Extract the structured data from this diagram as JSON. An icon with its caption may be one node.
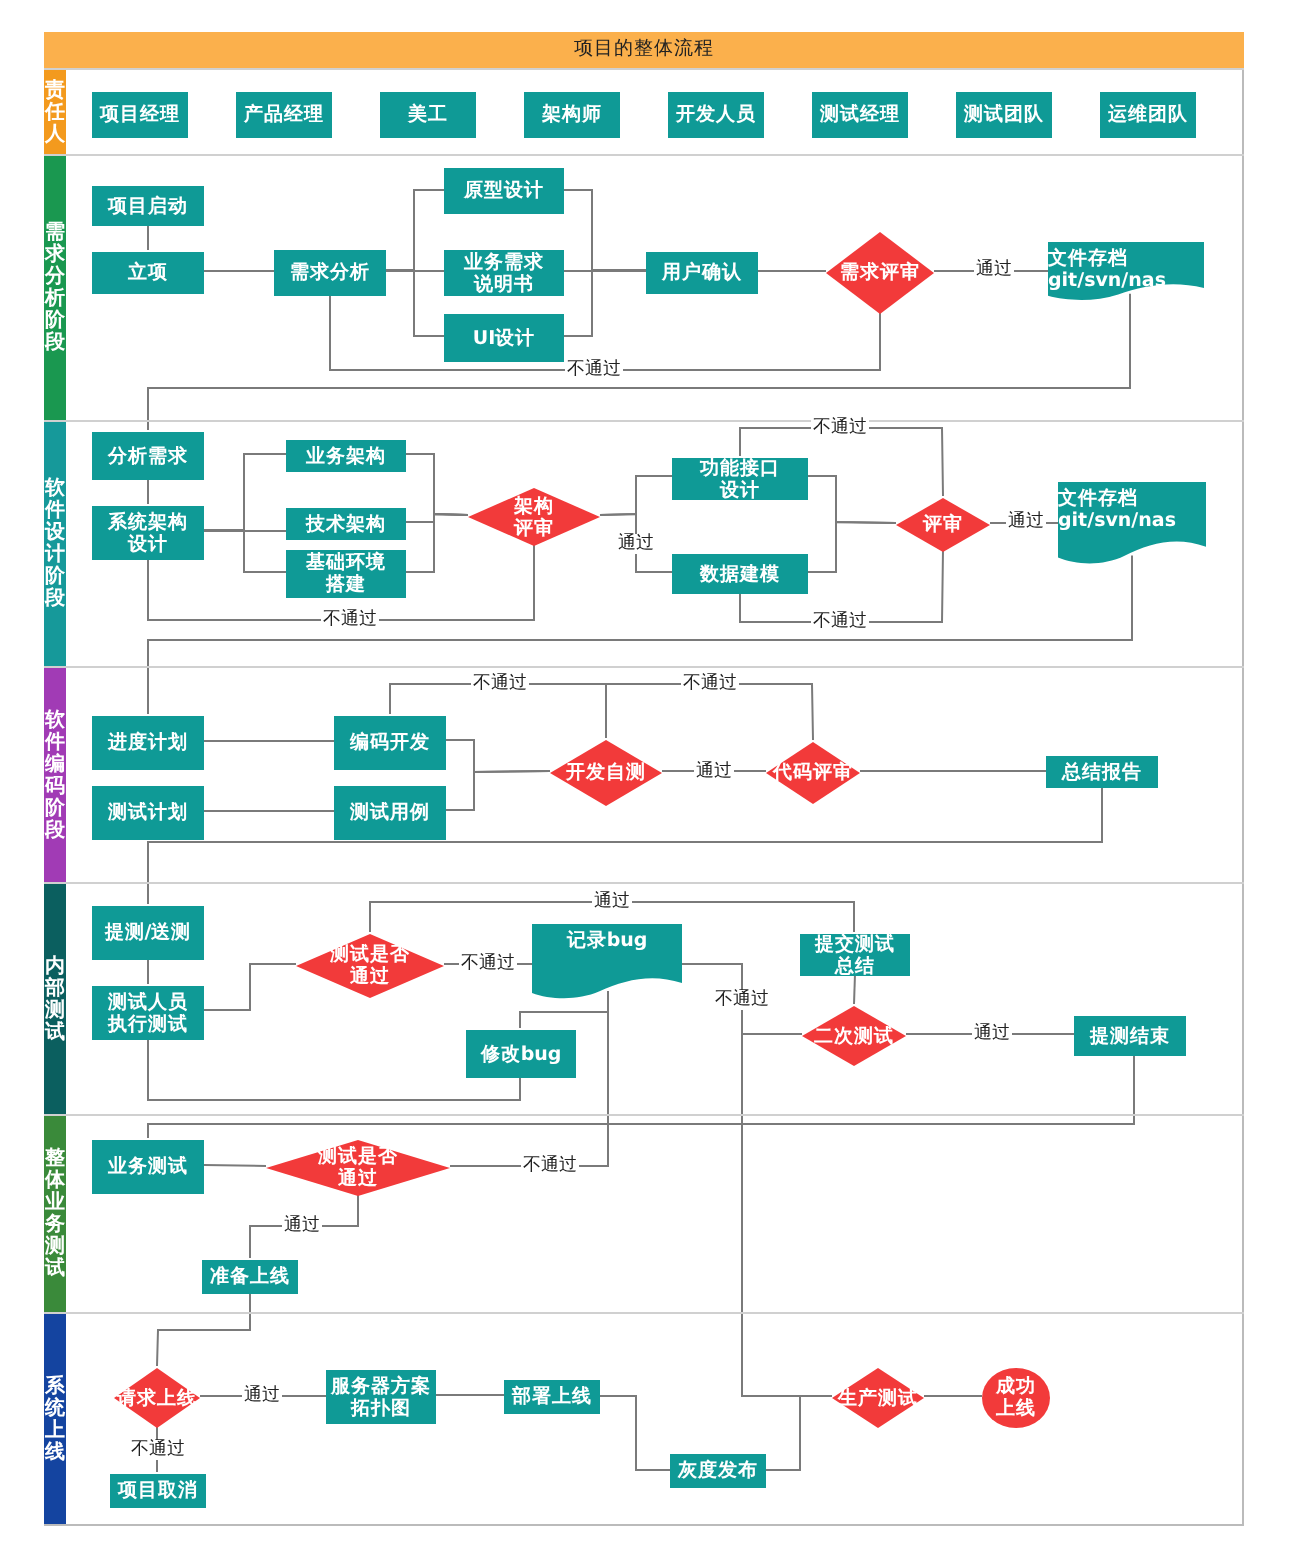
{
  "diagram": {
    "title": "项目的整体流程",
    "nodes": [
      {
        "text": [
          "责任人"
        ]
      },
      {
        "text": [
          "项目经理"
        ],
        "in": 0
      },
      {
        "text": [
          "产品经理"
        ],
        "in": 0
      },
      {
        "text": [
          "美工"
        ],
        "in": 0
      },
      {
        "text": [
          "架构师"
        ],
        "in": 0
      },
      {
        "text": [
          "开发人员"
        ],
        "in": 0
      },
      {
        "text": [
          "测试经理"
        ],
        "in": 0
      },
      {
        "text": [
          "测试团队"
        ],
        "in": 0
      },
      {
        "text": [
          "运维团队"
        ],
        "in": 0
      },
      {
        "text": [
          "需求分析阶段"
        ]
      },
      {
        "text": [
          "项目启动"
        ],
        "in": 9
      },
      {
        "text": [
          "立项"
        ],
        "in": 9
      },
      {
        "text": [
          "需求分析"
        ],
        "in": 9
      },
      {
        "text": [
          "原型设计"
        ],
        "in": 9
      },
      {
        "text": [
          "业务需求说明书"
        ],
        "in": 9
      },
      {
        "text": [
          "UI设计"
        ],
        "in": 9
      },
      {
        "text": [
          "用户确认"
        ],
        "in": 9
      },
      {
        "text": [
          "需求评审"
        ],
        "in": 9
      },
      {
        "text": [
          "文件存档 git/svn/nas"
        ],
        "in": 9
      },
      {
        "text": [
          "软件设计阶段"
        ]
      },
      {
        "text": [
          "分析需求"
        ],
        "in": 19
      },
      {
        "text": [
          "系统架构设计"
        ],
        "in": 19
      },
      {
        "text": [
          "业务架构"
        ],
        "in": 19
      },
      {
        "text": [
          "技术架构"
        ],
        "in": 19
      },
      {
        "text": [
          "基础环境搭建"
        ],
        "in": 19
      },
      {
        "text": [
          "架构评审"
        ],
        "in": 19
      },
      {
        "text": [
          "功能接口设计"
        ],
        "in": 19
      },
      {
        "text": [
          "数据建模"
        ],
        "in": 19
      },
      {
        "text": [
          "评审"
        ],
        "in": 19
      },
      {
        "text": [
          "文件存档 git/svn/nas"
        ],
        "in": 19
      },
      {
        "text": [
          "软件编码阶段"
        ]
      },
      {
        "text": [
          "进度计划"
        ],
        "in": 30
      },
      {
        "text": [
          "测试计划"
        ],
        "in": 30
      },
      {
        "text": [
          "编码开发"
        ],
        "in": 30
      },
      {
        "text": [
          "测试用例"
        ],
        "in": 30
      },
      {
        "text": [
          "开发自测"
        ],
        "in": 30
      },
      {
        "text": [
          "代码评审"
        ],
        "in": 30
      },
      {
        "text": [
          "总结报告"
        ],
        "in": 30
      },
      {
        "text": [
          "内部测试"
        ]
      },
      {
        "text": [
          "提测/送测"
        ],
        "in": 38
      },
      {
        "text": [
          "测试人员执行测试"
        ],
        "in": 38
      },
      {
        "text": [
          "测试是否通过"
        ],
        "in": 38
      },
      {
        "text": [
          "记录bug"
        ],
        "in": 38
      },
      {
        "text": [
          "修改bug"
        ],
        "in": 38
      },
      {
        "text": [
          "提交测试总结"
        ],
        "in": 38
      },
      {
        "text": [
          "二次测试"
        ],
        "in": 38
      },
      {
        "text": [
          "提测结束"
        ],
        "in": 38
      },
      {
        "text": [
          "整体业务测试"
        ]
      },
      {
        "text": [
          "业务测试"
        ],
        "in": 47
      },
      {
        "text": [
          "测试是否通过"
        ],
        "in": 47
      },
      {
        "text": [
          "准备上线"
        ],
        "in": 47
      },
      {
        "text": [
          "系统上线"
        ]
      },
      {
        "text": [
          "请求上线"
        ],
        "in": 51
      },
      {
        "text": [
          "服务器方案拓扑图"
        ],
        "in": 51
      },
      {
        "text": [
          "部署上线"
        ],
        "in": 51
      },
      {
        "text": [
          "灰度发布"
        ],
        "in": 51
      },
      {
        "text": [
          "生产测试"
        ],
        "in": 51
      },
      {
        "text": [
          "成功上线"
        ],
        "in": 51
      },
      {
        "text": [
          "项目取消"
        ],
        "in": 51
      }
    ],
    "edges": [
      {
        "from": 10,
        "to": 11,
        "arrow": "none"
      },
      {
        "from": 11,
        "to": 12,
        "arrow": "none"
      },
      {
        "from": 12,
        "to": 13,
        "arrow": "none"
      },
      {
        "from": 12,
        "to": 14,
        "arrow": "none"
      },
      {
        "from": 12,
        "to": 15,
        "arrow": "none"
      },
      {
        "from": 13,
        "to": 16,
        "arrow": "none"
      },
      {
        "from": 14,
        "to": 16,
        "arrow": "none"
      },
      {
        "from": 15,
        "to": 16,
        "arrow": "none"
      },
      {
        "from": 16,
        "to": 17,
        "arrow": "none"
      },
      {
        "from": 17,
        "to": 18,
        "arrow": "none",
        "label": "通过"
      },
      {
        "from": 17,
        "to": 12,
        "arrow": "none",
        "label": "不通过"
      },
      {
        "from": 18,
        "to": 20,
        "arrow": "none"
      },
      {
        "from": 20,
        "to": 21,
        "arrow": "none"
      },
      {
        "from": 21,
        "to": 22,
        "arrow": "none"
      },
      {
        "from": 21,
        "to": 23,
        "arrow": "none"
      },
      {
        "from": 21,
        "to": 24,
        "arrow": "none"
      },
      {
        "from": 22,
        "to": 25,
        "arrow": "none"
      },
      {
        "from": 23,
        "to": 25,
        "arrow": "none"
      },
      {
        "from": 24,
        "to": 25,
        "arrow": "none"
      },
      {
        "from": 25,
        "to": 26,
        "arrow": "none"
      },
      {
        "from": 25,
        "to": 27,
        "arrow": "none",
        "label": "通过"
      },
      {
        "from": 25,
        "to": 21,
        "arrow": "none",
        "label": "不通过"
      },
      {
        "from": 26,
        "to": 28,
        "arrow": "none"
      },
      {
        "from": 27,
        "to": 28,
        "arrow": "none"
      },
      {
        "from": 28,
        "to": 26,
        "arrow": "none",
        "label": "不通过"
      },
      {
        "from": 28,
        "to": 27,
        "arrow": "none",
        "label": "不通过"
      },
      {
        "from": 28,
        "to": 29,
        "arrow": "none",
        "label": "通过"
      },
      {
        "from": 29,
        "to": 31,
        "arrow": "none"
      },
      {
        "from": 31,
        "to": 33,
        "arrow": "none"
      },
      {
        "from": 32,
        "to": 34,
        "arrow": "none"
      },
      {
        "from": 33,
        "to": 35,
        "arrow": "none"
      },
      {
        "from": 34,
        "to": 35,
        "arrow": "none"
      },
      {
        "from": 35,
        "to": 36,
        "arrow": "none",
        "label": "通过"
      },
      {
        "from": 35,
        "to": 33,
        "arrow": "none",
        "label": "不通过"
      },
      {
        "from": 36,
        "to": 33,
        "arrow": "none",
        "label": "不通过"
      },
      {
        "from": 36,
        "to": 37,
        "arrow": "none"
      },
      {
        "from": 37,
        "to": 39,
        "arrow": "none"
      },
      {
        "from": 39,
        "to": 40,
        "arrow": "none"
      },
      {
        "from": 40,
        "to": 41,
        "arrow": "none"
      },
      {
        "from": 41,
        "to": 42,
        "arrow": "none",
        "label": "不通过"
      },
      {
        "from": 41,
        "to": 44,
        "arrow": "none",
        "label": "通过"
      },
      {
        "from": 42,
        "to": 43,
        "arrow": "none"
      },
      {
        "from": 43,
        "to": 40,
        "arrow": "none"
      },
      {
        "from": 42,
        "to": 45,
        "arrow": "none",
        "label": "不通过"
      },
      {
        "from": 42,
        "to": 56,
        "arrow": "none"
      },
      {
        "from": 44,
        "to": 45,
        "arrow": "none"
      },
      {
        "from": 45,
        "to": 46,
        "arrow": "none",
        "label": "通过"
      },
      {
        "from": 46,
        "to": 48,
        "arrow": "none"
      },
      {
        "from": 48,
        "to": 49,
        "arrow": "none"
      },
      {
        "from": 49,
        "to": 42,
        "arrow": "none",
        "label": "不通过"
      },
      {
        "from": 49,
        "to": 50,
        "arrow": "none",
        "label": "通过"
      },
      {
        "from": 50,
        "to": 52,
        "arrow": "none"
      },
      {
        "from": 52,
        "to": 53,
        "arrow": "none",
        "label": "通过"
      },
      {
        "from": 52,
        "to": 58,
        "arrow": "none",
        "label": "不通过"
      },
      {
        "from": 53,
        "to": 54,
        "arrow": "none"
      },
      {
        "from": 54,
        "to": 55,
        "arrow": "none"
      },
      {
        "from": 55,
        "to": 56,
        "arrow": "none"
      },
      {
        "from": 56,
        "to": 57,
        "arrow": "none"
      }
    ]
  }
}
